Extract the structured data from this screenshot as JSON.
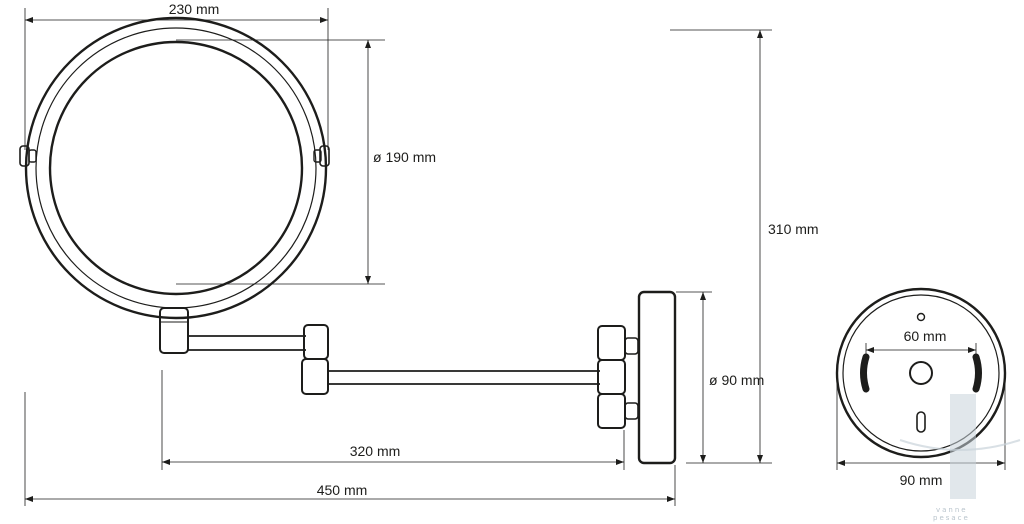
{
  "dimensions": {
    "mirror_width": "230 mm",
    "mirror_diameter": "ø 190 mm",
    "total_height": "310 mm",
    "plate_height": "ø 90 mm",
    "arm_length": "320 mm",
    "total_length": "450 mm",
    "hole_spacing": "60 mm",
    "plate_width": "90 mm"
  },
  "watermark": {
    "line1": "vanne",
    "line2": "pesace"
  },
  "colors": {
    "stroke": "#1d1d1b",
    "watermark": "#b9c4cc"
  }
}
